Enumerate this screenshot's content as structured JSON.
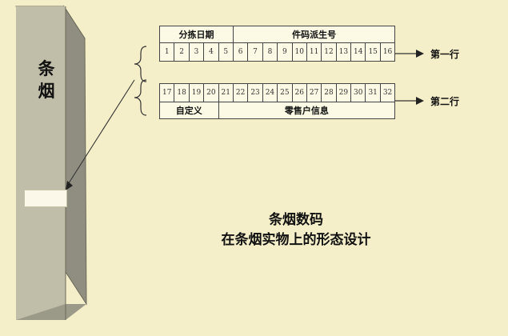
{
  "carton": {
    "label_line1": "条",
    "label_line2": "烟"
  },
  "grid_top": {
    "header_left": "分拣日期",
    "header_right": "件码派生号",
    "cells": [
      "1",
      "2",
      "3",
      "4",
      "5",
      "6",
      "7",
      "8",
      "9",
      "10",
      "11",
      "12",
      "13",
      "14",
      "15",
      "16"
    ]
  },
  "grid_bottom": {
    "cells": [
      "17",
      "18",
      "19",
      "20",
      "21",
      "22",
      "23",
      "24",
      "25",
      "26",
      "27",
      "28",
      "29",
      "30",
      "31",
      "32"
    ],
    "footer_left": "自定义",
    "footer_right": "零售户信息"
  },
  "row_labels": {
    "row1": "第一行",
    "row2": "第二行"
  },
  "caption": {
    "line1": "条烟数码",
    "line2": "在条烟实物上的形态设计"
  }
}
